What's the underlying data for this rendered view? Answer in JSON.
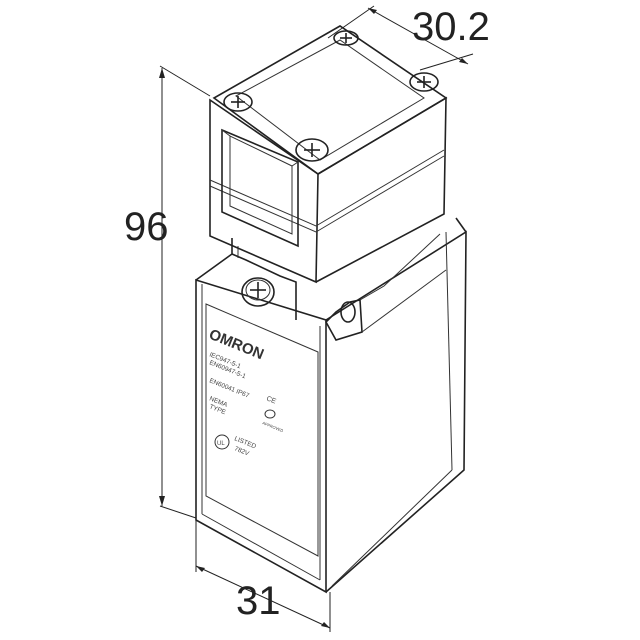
{
  "dimensions": {
    "width_depth": "30.2",
    "height": "96",
    "width_front": "31"
  },
  "label": {
    "brand": "OMRON",
    "standard_1": "IEC947-5-1",
    "standard_2": "EN60947-5-1",
    "protection": "EN60041 IP67",
    "ce_mark": "CE",
    "nema": "NEMA",
    "type": "TYPE",
    "approval": "APPROVED",
    "listed": "LISTED",
    "listed_code": "782V",
    "ul_mark": "UL"
  }
}
